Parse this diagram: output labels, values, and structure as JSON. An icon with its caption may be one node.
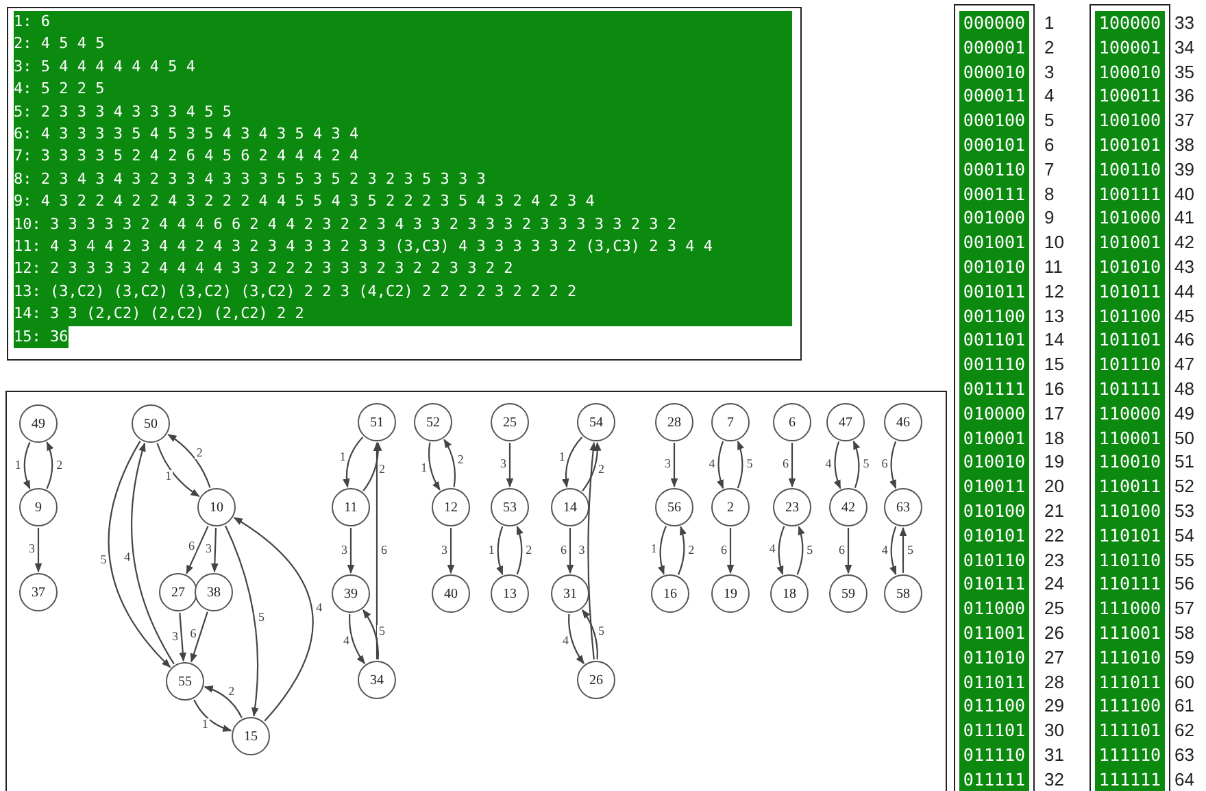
{
  "diagram": {
    "nodes": [
      {
        "text": [
          "49"
        ]
      },
      {
        "text": [
          "9"
        ]
      },
      {
        "text": [
          "37"
        ]
      },
      {
        "text": [
          "50"
        ]
      },
      {
        "text": [
          "10"
        ]
      },
      {
        "text": [
          "27"
        ]
      },
      {
        "text": [
          "38"
        ]
      },
      {
        "text": [
          "55"
        ]
      },
      {
        "text": [
          "15"
        ]
      },
      {
        "text": [
          "51"
        ]
      },
      {
        "text": [
          "11"
        ]
      },
      {
        "text": [
          "39"
        ]
      },
      {
        "text": [
          "34"
        ]
      },
      {
        "text": [
          "52"
        ]
      },
      {
        "text": [
          "12"
        ]
      },
      {
        "text": [
          "40"
        ]
      },
      {
        "text": [
          "25"
        ]
      },
      {
        "text": [
          "53"
        ]
      },
      {
        "text": [
          "13"
        ]
      },
      {
        "text": [
          "54"
        ]
      },
      {
        "text": [
          "14"
        ]
      },
      {
        "text": [
          "31"
        ]
      },
      {
        "text": [
          "26"
        ]
      },
      {
        "text": [
          "28"
        ]
      },
      {
        "text": [
          "56"
        ]
      },
      {
        "text": [
          "16"
        ]
      },
      {
        "text": [
          "7"
        ]
      },
      {
        "text": [
          "2"
        ]
      },
      {
        "text": [
          "19"
        ]
      },
      {
        "text": [
          "6"
        ]
      },
      {
        "text": [
          "23"
        ]
      },
      {
        "text": [
          "18"
        ]
      },
      {
        "text": [
          "47"
        ]
      },
      {
        "text": [
          "42"
        ]
      },
      {
        "text": [
          "59"
        ]
      },
      {
        "text": [
          "46"
        ]
      },
      {
        "text": [
          "63"
        ]
      },
      {
        "text": [
          "58"
        ]
      }
    ],
    "edges": [
      {
        "from": 0,
        "to": 1,
        "arrow": "to",
        "label": "1"
      },
      {
        "from": 1,
        "to": 0,
        "arrow": "to",
        "label": "2"
      },
      {
        "from": 1,
        "to": 2,
        "arrow": "to",
        "label": "3"
      },
      {
        "from": 3,
        "to": 4,
        "arrow": "to",
        "label": "1"
      },
      {
        "from": 4,
        "to": 3,
        "arrow": "to",
        "label": "2"
      },
      {
        "from": 4,
        "to": 5,
        "arrow": "to",
        "label": "6"
      },
      {
        "from": 4,
        "to": 6,
        "arrow": "to",
        "label": "3"
      },
      {
        "from": 4,
        "to": 8,
        "arrow": "to",
        "label": "5"
      },
      {
        "from": 8,
        "to": 4,
        "arrow": "to",
        "label": "4"
      },
      {
        "from": 3,
        "to": 7,
        "arrow": "to",
        "label": "5"
      },
      {
        "from": 7,
        "to": 3,
        "arrow": "to",
        "label": "4"
      },
      {
        "from": 5,
        "to": 7,
        "arrow": "to",
        "label": "3"
      },
      {
        "from": 6,
        "to": 7,
        "arrow": "to",
        "label": "6"
      },
      {
        "from": 7,
        "to": 8,
        "arrow": "to",
        "label": "1"
      },
      {
        "from": 8,
        "to": 7,
        "arrow": "to",
        "label": "2"
      },
      {
        "from": 9,
        "to": 10,
        "arrow": "to",
        "label": "1"
      },
      {
        "from": 10,
        "to": 9,
        "arrow": "to",
        "label": "2"
      },
      {
        "from": 10,
        "to": 11,
        "arrow": "to",
        "label": "3"
      },
      {
        "from": 12,
        "to": 9,
        "arrow": "to",
        "label": "6"
      },
      {
        "from": 11,
        "to": 12,
        "arrow": "to",
        "label": "4"
      },
      {
        "from": 12,
        "to": 11,
        "arrow": "to",
        "label": "5"
      },
      {
        "from": 13,
        "to": 14,
        "arrow": "to",
        "label": "1"
      },
      {
        "from": 14,
        "to": 13,
        "arrow": "to",
        "label": "2"
      },
      {
        "from": 14,
        "to": 15,
        "arrow": "to",
        "label": "3"
      },
      {
        "from": 16,
        "to": 17,
        "arrow": "to",
        "label": "3"
      },
      {
        "from": 17,
        "to": 18,
        "arrow": "to",
        "label": "1"
      },
      {
        "from": 18,
        "to": 17,
        "arrow": "to",
        "label": "2"
      },
      {
        "from": 19,
        "to": 20,
        "arrow": "to",
        "label": "1"
      },
      {
        "from": 20,
        "to": 19,
        "arrow": "to",
        "label": "2"
      },
      {
        "from": 20,
        "to": 21,
        "arrow": "to",
        "label": "6"
      },
      {
        "from": 21,
        "to": 22,
        "arrow": "to",
        "label": "4"
      },
      {
        "from": 22,
        "to": 21,
        "arrow": "to",
        "label": "5"
      },
      {
        "from": 22,
        "to": 19,
        "arrow": "to",
        "label": "3"
      },
      {
        "from": 23,
        "to": 24,
        "arrow": "to",
        "label": "3"
      },
      {
        "from": 24,
        "to": 25,
        "arrow": "to",
        "label": "1"
      },
      {
        "from": 25,
        "to": 24,
        "arrow": "to",
        "label": "2"
      },
      {
        "from": 26,
        "to": 27,
        "arrow": "to",
        "label": "4"
      },
      {
        "from": 27,
        "to": 26,
        "arrow": "to",
        "label": "5"
      },
      {
        "from": 27,
        "to": 28,
        "arrow": "to",
        "label": "6"
      },
      {
        "from": 29,
        "to": 30,
        "arrow": "to",
        "label": "6"
      },
      {
        "from": 30,
        "to": 31,
        "arrow": "to",
        "label": "4"
      },
      {
        "from": 31,
        "to": 30,
        "arrow": "to",
        "label": "5"
      },
      {
        "from": 32,
        "to": 33,
        "arrow": "to",
        "label": "4"
      },
      {
        "from": 33,
        "to": 32,
        "arrow": "to",
        "label": "5"
      },
      {
        "from": 33,
        "to": 34,
        "arrow": "to",
        "label": "6"
      },
      {
        "from": 35,
        "to": 36,
        "arrow": "to",
        "label": "6"
      },
      {
        "from": 36,
        "to": 37,
        "arrow": "to",
        "label": "4"
      },
      {
        "from": 37,
        "to": 36,
        "arrow": "to",
        "label": "5"
      }
    ],
    "labels": [
      "1: 6",
      "2: 4 5 4 5",
      "3: 5 4 4 4 4 4 4 5 4",
      "4: 5 2 2 5",
      "5: 2 3 3 3 4 3 3 3 4 5 5",
      "6: 4 3 3 3 3 5 4 5 3 5 4 3 4 3 5 4 3 4",
      "7: 3 3 3 3 5 2 4 2 6 4 5 6 2 4 4 4 2 4",
      "8: 2 3 4 3 4 3 2 3 3 4 3 3 3 5 5 3 5 2 3 2 3 5 3 3 3",
      "9: 4 3 2 2 4 2 2 4 3 2 2 2 4 4 5 5 4 3 5 2 2 2 3 5 4 3 2 4 2 3 4",
      "10: 3 3 3 3 3 2 4 4 4 6 6 2 4 4 2 3 2 2 3 4 3 3 2 3 3 3 2 3 3 3 3 3 2 3 2",
      "11: 4 3 4 4 2 3 4 4 2 4 3 2 3 4 3 3 2 3 3 (3,C3) 4 3 3 3 3 3 2 (3,C3) 2 3 4 4",
      "12: 2 3 3 3 3 2 4 4 4 4 3 3 2 2 2 3 3 3 2 3 2 2 3 3 2 2",
      "13: (3,C2) (3,C2) (3,C2) (3,C2) 2 2 3 (4,C2) 2 2 2 2 3 2 2 2 2",
      "14: 3 3 (2,C2) (2,C2) (2,C2) 2 2",
      "15: 36",
      "000000",
      "1",
      "100000",
      "33",
      "000001",
      "2",
      "100001",
      "34",
      "000010",
      "3",
      "100010",
      "35",
      "000011",
      "4",
      "100011",
      "36",
      "000100",
      "5",
      "100100",
      "37",
      "000101",
      "6",
      "100101",
      "38",
      "000110",
      "7",
      "100110",
      "39",
      "000111",
      "8",
      "100111",
      "40",
      "001000",
      "9",
      "101000",
      "41",
      "001001",
      "10",
      "101001",
      "42",
      "001010",
      "11",
      "101010",
      "43",
      "001011",
      "12",
      "101011",
      "44",
      "001100",
      "13",
      "101100",
      "45",
      "001101",
      "14",
      "101101",
      "46",
      "001110",
      "15",
      "101110",
      "47",
      "001111",
      "16",
      "101111",
      "48",
      "010000",
      "17",
      "110000",
      "49",
      "010001",
      "18",
      "110001",
      "50",
      "010010",
      "19",
      "110010",
      "51",
      "010011",
      "20",
      "110011",
      "52",
      "010100",
      "21",
      "110100",
      "53",
      "010101",
      "22",
      "110101",
      "54",
      "010110",
      "23",
      "110110",
      "55",
      "010111",
      "24",
      "110111",
      "56",
      "011000",
      "25",
      "111000",
      "57",
      "011001",
      "26",
      "111001",
      "58",
      "011010",
      "27",
      "111010",
      "59",
      "011011",
      "28",
      "111011",
      "60",
      "011100",
      "29",
      "111100",
      "61",
      "011101",
      "30",
      "111101",
      "62",
      "011110",
      "31",
      "111110",
      "63",
      "011111",
      "32",
      "111111",
      "64"
    ]
  }
}
